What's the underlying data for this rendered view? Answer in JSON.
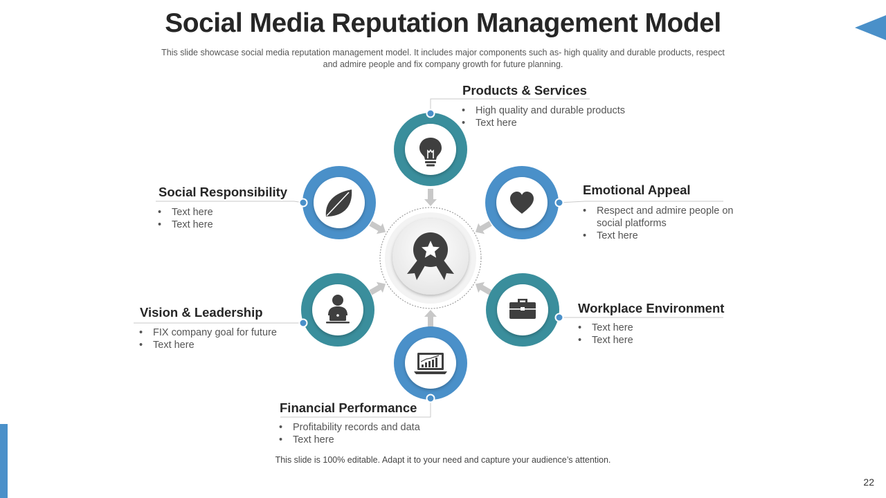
{
  "slide": {
    "title": "Social Media Reputation Management Model",
    "subtitle": "This slide showcase social media reputation management model. It includes major components such as- high quality and durable products, respect and admire people and fix company growth for future planning.",
    "footer": "This slide is 100% editable. Adapt it to your need and capture your audience’s attention.",
    "page_number": "22"
  },
  "colors": {
    "teal": "#3a8e9c",
    "blue": "#4a90c9",
    "icon": "#3f3f3f",
    "arrow": "#c8c8c8"
  },
  "center": {
    "icon": "award-ribbon-star-icon"
  },
  "sections": {
    "products": {
      "heading": "Products & Services",
      "icon": "lightbulb-icon",
      "bullets": [
        "High quality and durable products",
        "Text here"
      ]
    },
    "emotional": {
      "heading": "Emotional Appeal",
      "icon": "heart-icon",
      "bullets": [
        "Respect and admire people on social platforms",
        "Text here"
      ]
    },
    "workplace": {
      "heading": "Workplace Environment",
      "icon": "briefcase-icon",
      "bullets": [
        "Text here",
        "Text here"
      ]
    },
    "financial": {
      "heading": "Financial Performance",
      "icon": "growth-chart-laptop-icon",
      "bullets": [
        "Profitability records and  data",
        "Text here"
      ]
    },
    "vision": {
      "heading": "Vision & Leadership",
      "icon": "person-laptop-icon",
      "bullets": [
        "FIX company goal for future",
        "Text here"
      ]
    },
    "social": {
      "heading": "Social Responsibility",
      "icon": "leaf-icon",
      "bullets": [
        "Text here",
        "Text here"
      ]
    }
  }
}
